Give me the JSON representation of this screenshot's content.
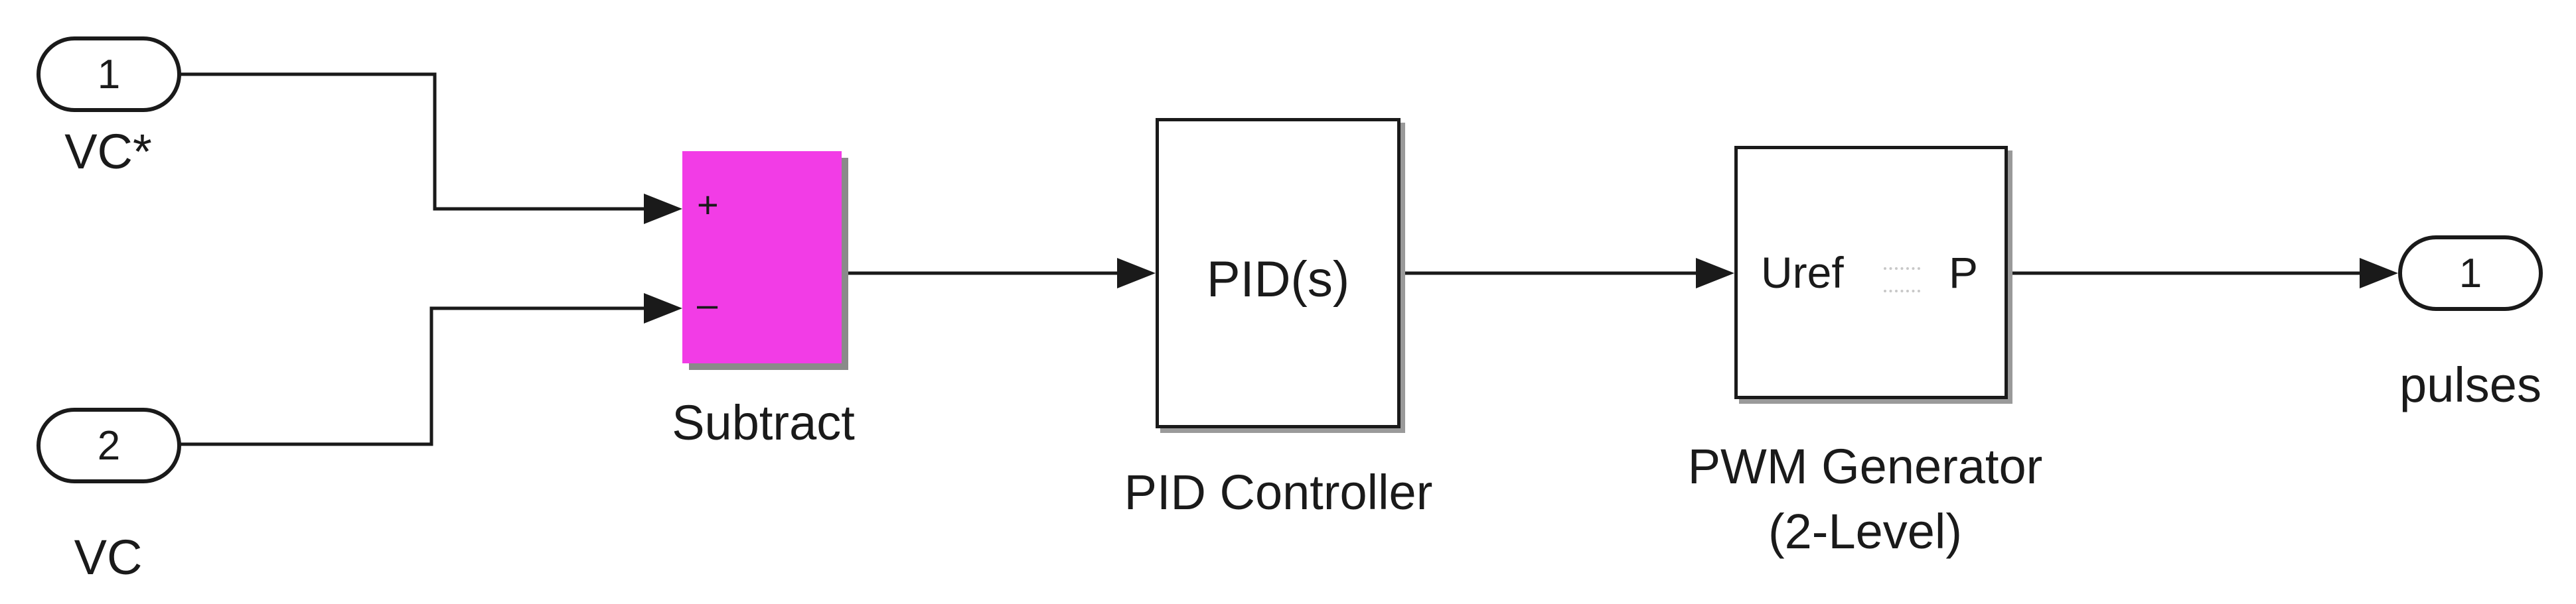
{
  "colors": {
    "line": "#1a1a1a",
    "subtract_fill": "#f23ce6"
  },
  "inports": [
    {
      "number": "1",
      "label": "VC*"
    },
    {
      "number": "2",
      "label": "VC"
    }
  ],
  "outport": {
    "number": "1",
    "label": "pulses"
  },
  "subtract": {
    "label": "Subtract",
    "plus_sign": "+",
    "minus_sign": "–"
  },
  "pid": {
    "text": "PID(s)",
    "label": "PID Controller"
  },
  "pwm": {
    "input_port": "Uref",
    "output_port": "P",
    "label_line1": "PWM Generator",
    "label_line2": "(2-Level)"
  }
}
